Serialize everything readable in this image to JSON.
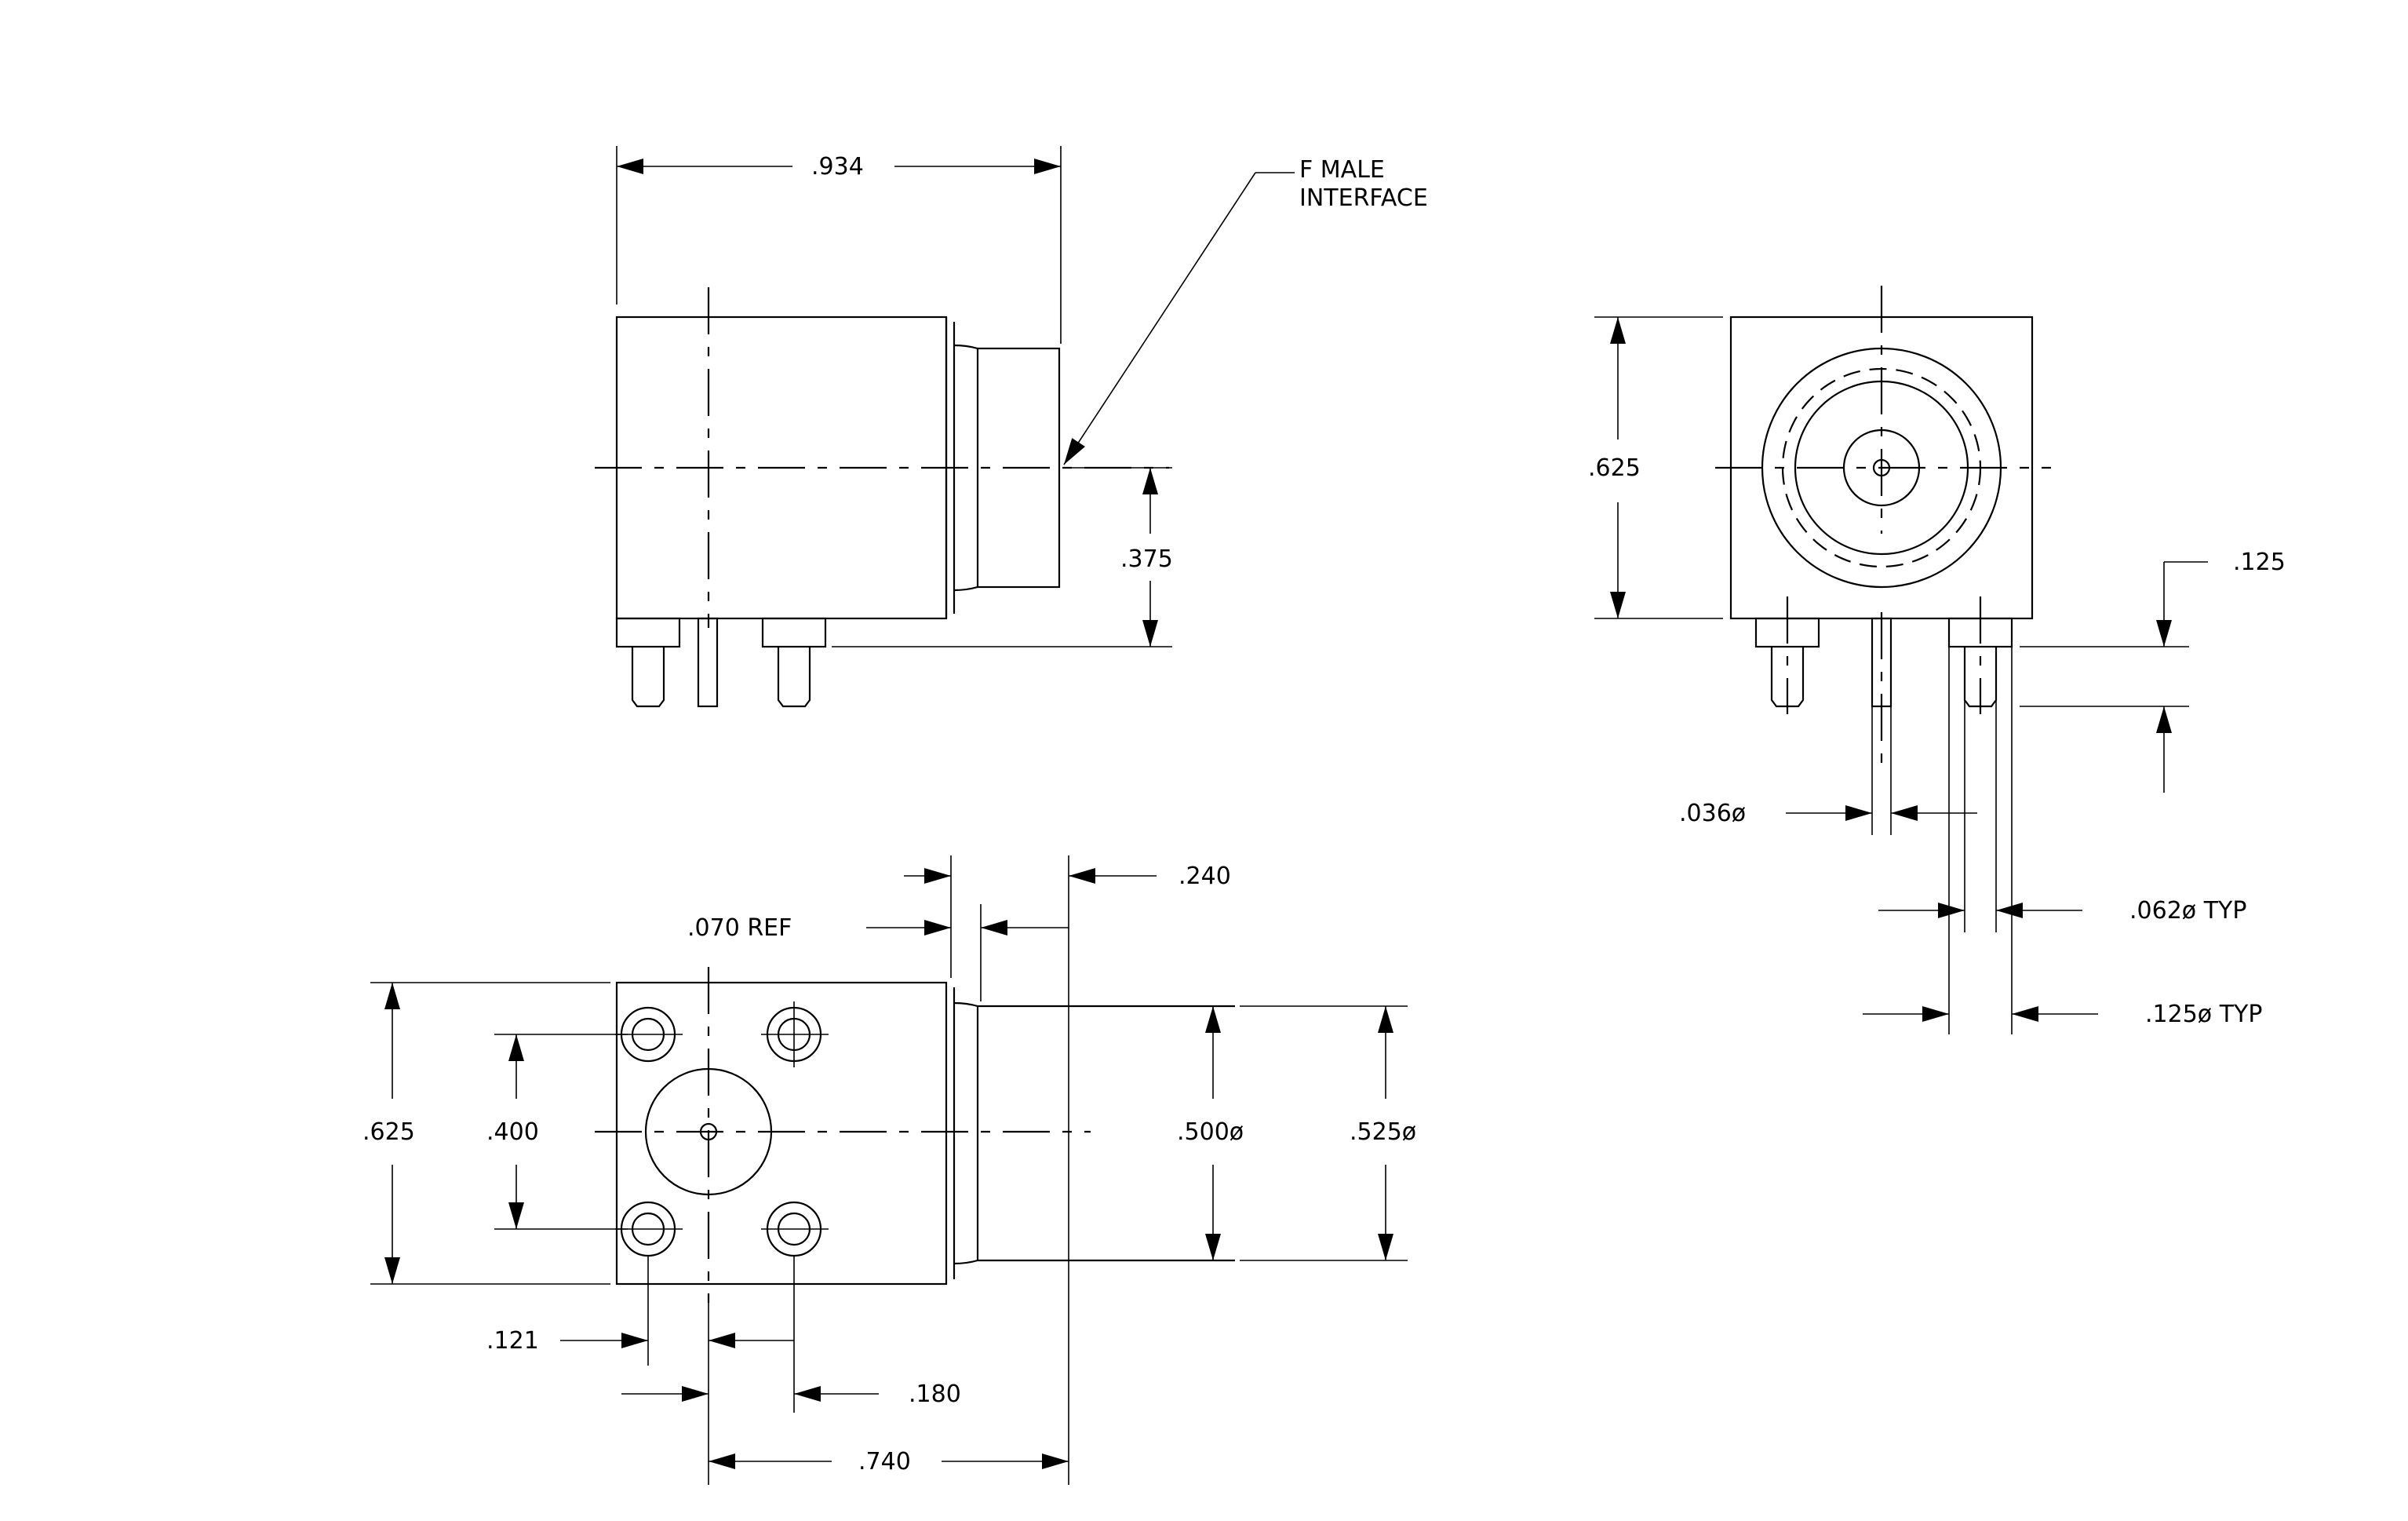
{
  "drawing": {
    "side_view": {
      "overall_length": ".934",
      "centerline_height": ".375",
      "interface_note_line1": "F  MALE",
      "interface_note_line2": "INTERFACE"
    },
    "front_view": {
      "height": ".625",
      "pin_length": ".125",
      "center_pin_dia": ".036ø",
      "post_dia": ".062ø  TYP",
      "post_base_dia": ".125ø  TYP"
    },
    "bottom_view": {
      "flange_offset": ".240",
      "groove_ref": ".070  REF",
      "body_height": ".625",
      "post_spacing_vertical": ".400",
      "thread_dia": ".500ø",
      "flange_dia": ".525ø",
      "post_offset_left": ".121",
      "post_offset_center": ".180",
      "center_to_face": ".740"
    }
  }
}
